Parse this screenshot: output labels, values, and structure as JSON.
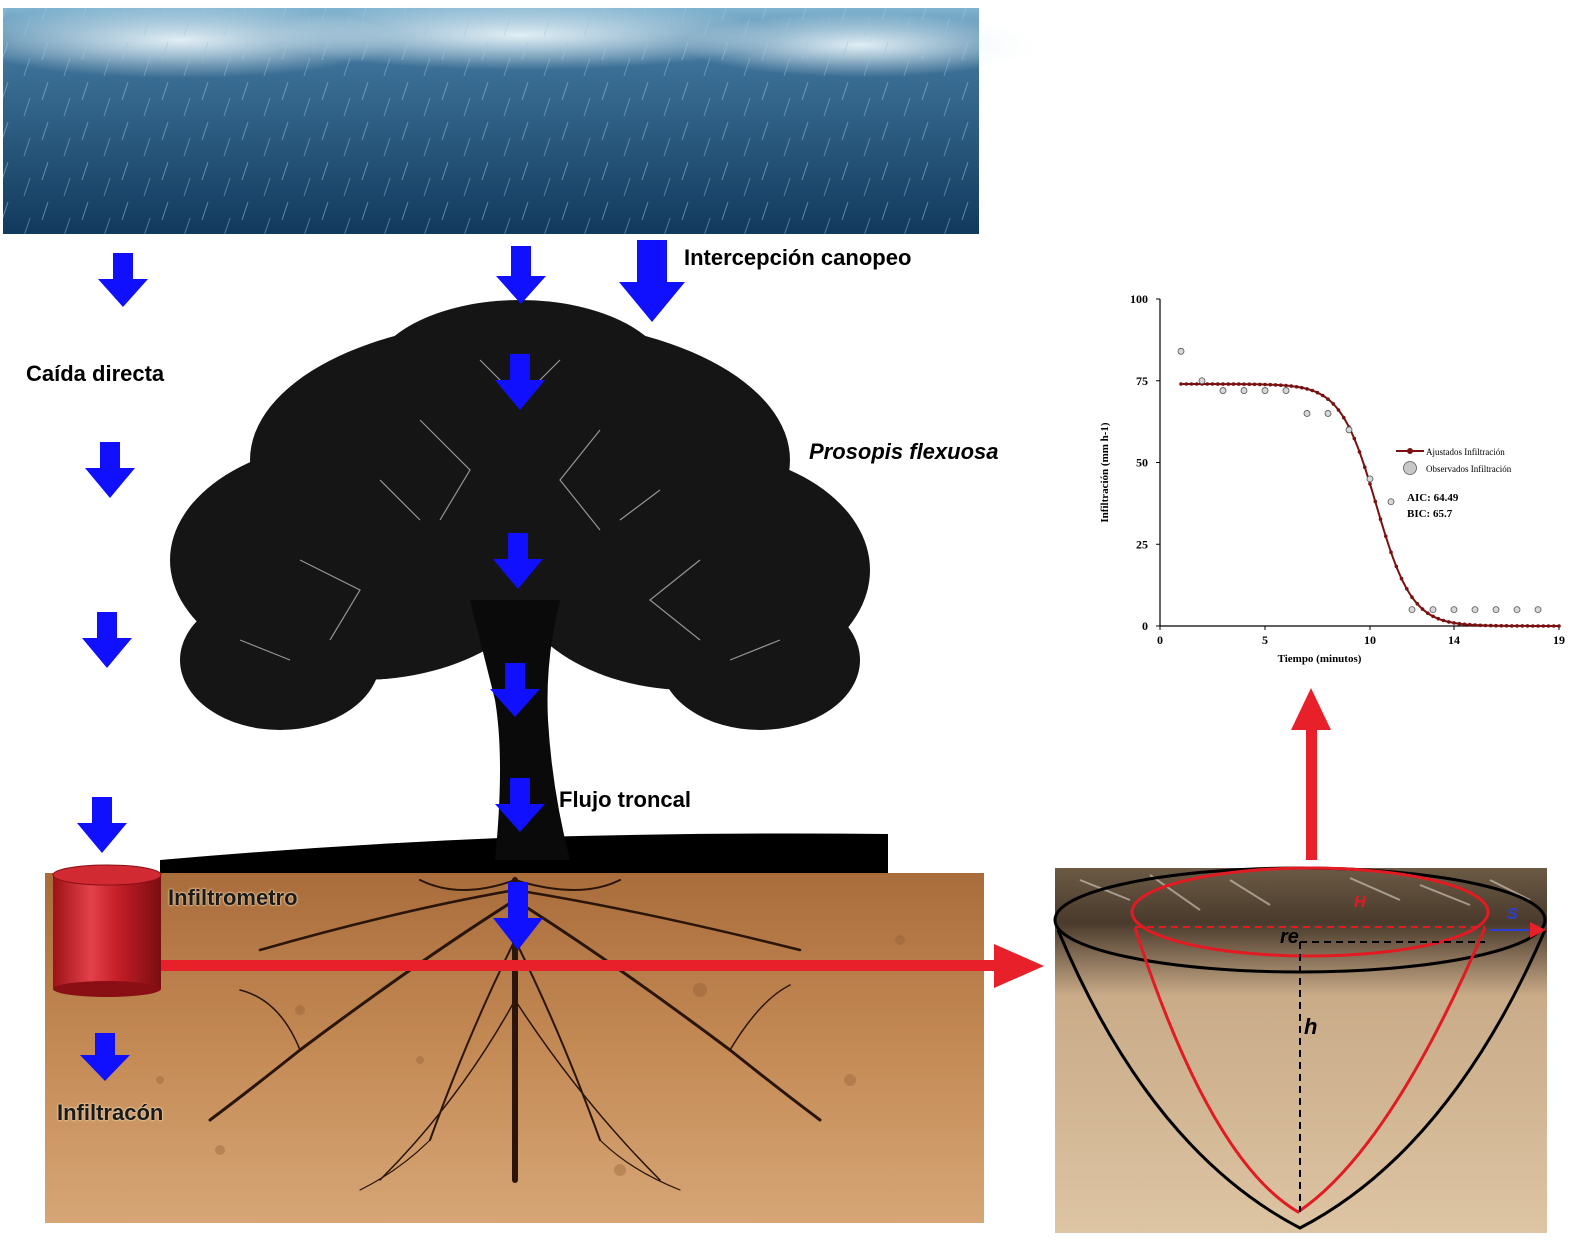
{
  "labels": {
    "canopy_interception": "Intercepción canopeo",
    "direct_fall": "Caída directa",
    "species": "Prosopis flexuosa",
    "stemflow": "Flujo troncal",
    "infiltrometer": "Infiltrometro",
    "infiltration": "Infiltracón"
  },
  "photo_labels": {
    "radius": "re",
    "height": "h",
    "H": "H",
    "S": "S"
  },
  "colors": {
    "arrow": "#1010ff",
    "red_arrow": "#e8202a",
    "sky": "#1b4a6e",
    "soil": "#b77a45",
    "fit_line": "#7a1010"
  },
  "chart_data": {
    "type": "scatter",
    "xlabel": "Tiempo (minutos)",
    "ylabel": "Infiltración (mm h-1)",
    "xlim": [
      0,
      19
    ],
    "ylim": [
      0,
      100
    ],
    "xticks": [
      "0",
      "5",
      "10",
      "14",
      "19"
    ],
    "xtick_values": [
      0,
      5,
      10,
      14,
      19
    ],
    "yticks": [
      "0",
      "25",
      "50",
      "75",
      "100"
    ],
    "ytick_values": [
      0,
      25,
      50,
      75,
      100
    ],
    "legend": [
      "Ajustados Infiltración",
      "Observados Infiltración"
    ],
    "legend_position": "right",
    "annotations": [
      "AIC: 64.49",
      "BIC: 65.7"
    ],
    "series": [
      {
        "name": "Observados Infiltración",
        "x": [
          1,
          2,
          3,
          4,
          5,
          6,
          7,
          8,
          9,
          10,
          11,
          12,
          13,
          14,
          15,
          16,
          17,
          18
        ],
        "y": [
          84,
          75,
          72,
          72,
          72,
          72,
          65,
          65,
          60,
          45,
          38,
          5,
          5,
          5,
          5,
          5,
          5,
          5
        ]
      },
      {
        "name": "Ajustados Infiltración",
        "model": "logistic",
        "x": [
          1,
          2,
          3,
          4,
          5,
          6,
          7,
          8,
          9,
          10,
          11,
          12,
          13,
          14,
          15,
          16,
          17,
          18,
          19
        ],
        "y": [
          74,
          74,
          74,
          74,
          73.9,
          73.5,
          72.3,
          68,
          58,
          40,
          20,
          8,
          3,
          1,
          0.5,
          0.2,
          0,
          0,
          0
        ]
      }
    ]
  }
}
